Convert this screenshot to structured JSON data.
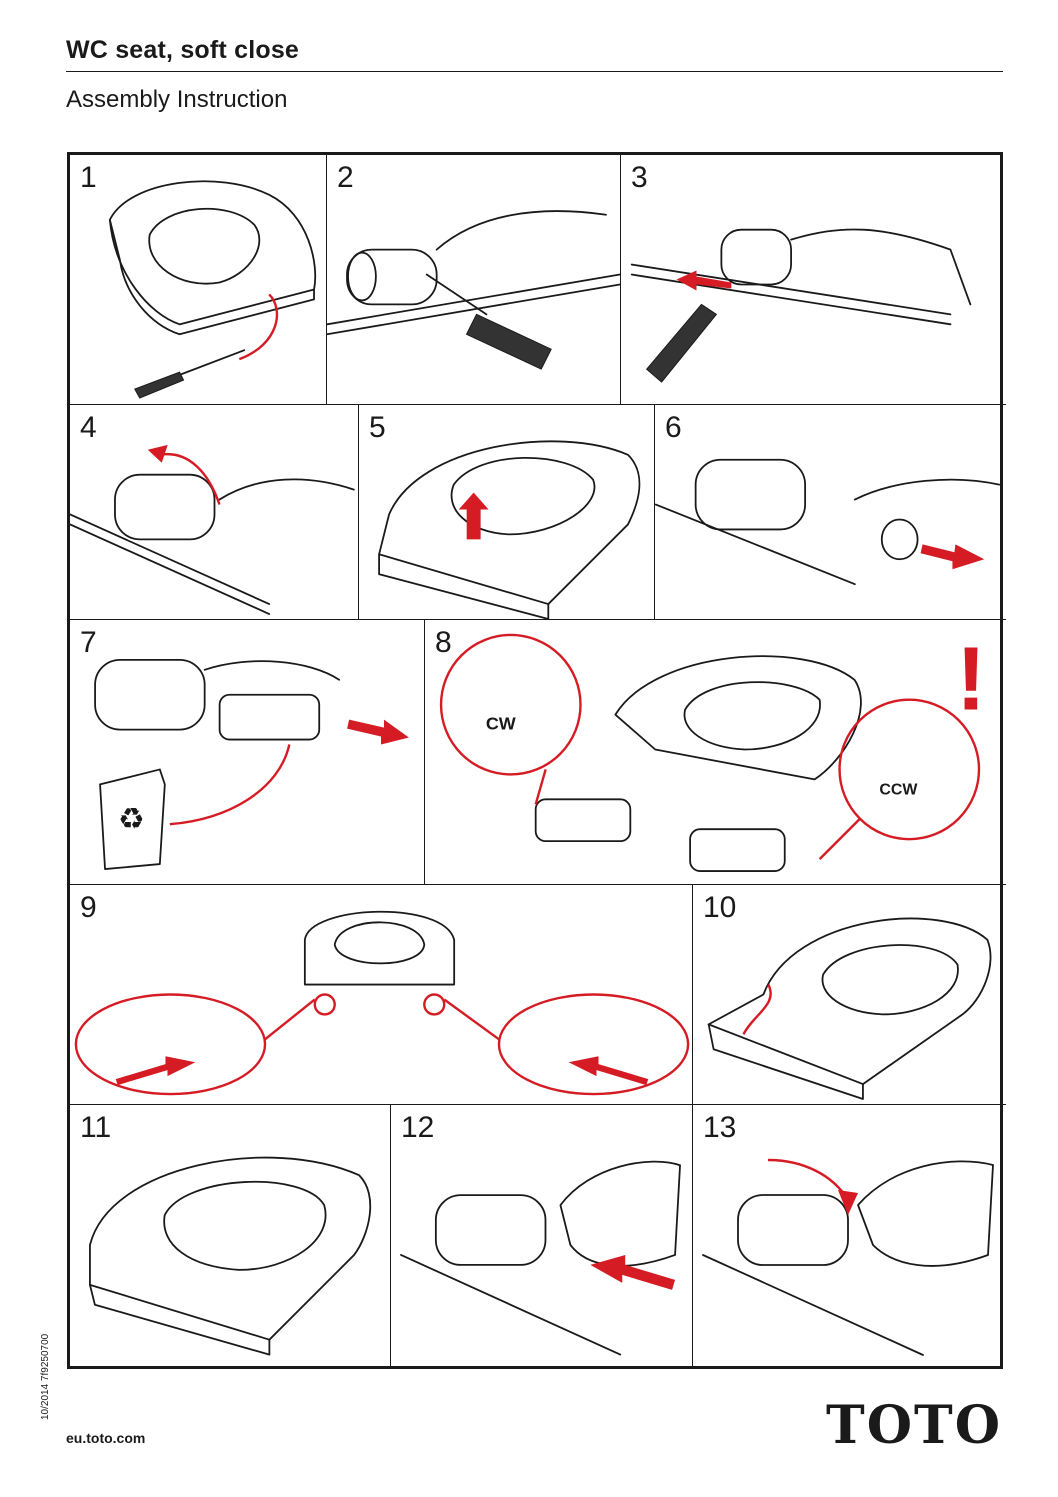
{
  "header": {
    "title": "WC seat, soft close",
    "subtitle": "Assembly Instruction"
  },
  "steps": [
    "1",
    "2",
    "3",
    "4",
    "5",
    "6",
    "7",
    "8",
    "9",
    "10",
    "11",
    "12",
    "13"
  ],
  "callouts": {
    "cw": "CW",
    "ccw": "CCW",
    "warning": "!"
  },
  "footer": {
    "side_text": "10/2014   7f9250700",
    "url": "eu.toto.com",
    "logo": "TOTO"
  },
  "colors": {
    "accent": "#d51c24",
    "ink": "#1a1a1a"
  }
}
